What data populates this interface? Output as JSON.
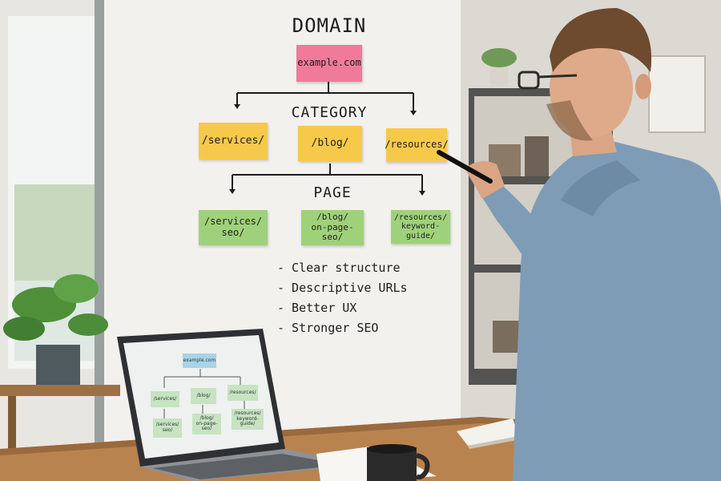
{
  "whiteboard": {
    "levels": {
      "domain": "DOMAIN",
      "category": "CATEGORY",
      "page": "PAGE"
    },
    "domain_note": "example.com",
    "category_notes": [
      "/services/",
      "/blog/",
      "/resources/"
    ],
    "page_notes": [
      {
        "line1": "/services/",
        "line2": "seo/"
      },
      {
        "line1": "/blog/",
        "line2": "on-page-seo/"
      },
      {
        "line1": "/resources/",
        "line2": "keyword-guide/"
      }
    ],
    "bullets": [
      "- Clear structure",
      "- Descriptive URLs",
      "- Better UX",
      "- Stronger SEO"
    ]
  },
  "laptop_screen": {
    "domain_note": "example.com",
    "category_notes": [
      "/services/",
      "/blog/",
      "/resources/"
    ],
    "page_notes": [
      {
        "line1": "/services/",
        "line2": "seo/"
      },
      {
        "line1": "/blog/",
        "line2": "on-page-seo/"
      },
      {
        "line1": "/resources/",
        "line2": "keyword-guide/"
      }
    ]
  },
  "colors": {
    "pink_note": "#f07a9a",
    "yellow_note": "#f7c94a",
    "green_note": "#9fd17a",
    "wall": "#e9e7e2",
    "desk": "#b9834f",
    "shirt": "#7e9cb6"
  }
}
